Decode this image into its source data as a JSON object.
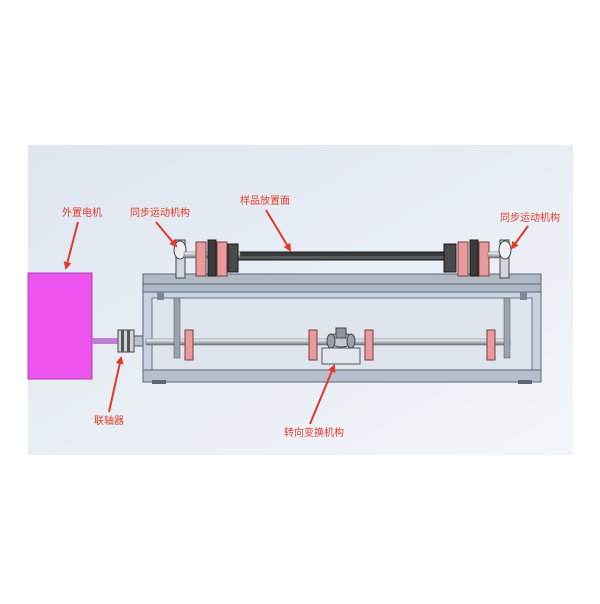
{
  "labels": {
    "external_motor": "外置电机",
    "sync_left": "同步运动机构",
    "sample_surface": "样品放置面",
    "sync_right": "同步运动机构",
    "coupling": "联轴器",
    "steering": "转向变换机构"
  },
  "colors": {
    "motor": "#ee55ee",
    "arrow": "#e23a2a",
    "label": "#e23a2a",
    "background": "#e8eef6",
    "frame": "#b9c6d6",
    "pink": "#e89a9c",
    "dark": "#2b2b2b"
  }
}
